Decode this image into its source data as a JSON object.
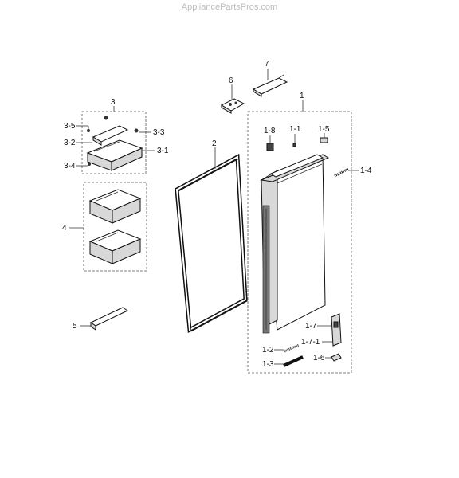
{
  "watermark": "AppliancePartsPros.com",
  "labels": {
    "p1": "1",
    "p1_1": "1-1",
    "p1_2": "1-2",
    "p1_3": "1-3",
    "p1_4": "1-4",
    "p1_5": "1-5",
    "p1_6": "1-6",
    "p1_7": "1-7",
    "p1_7_1": "1-7-1",
    "p1_8": "1-8",
    "p2": "2",
    "p3": "3",
    "p3_1": "3-1",
    "p3_2": "3-2",
    "p3_3": "3-3",
    "p3_4": "3-4",
    "p3_5": "3-5",
    "p4": "4",
    "p5": "5",
    "p6": "6",
    "p7": "7"
  }
}
